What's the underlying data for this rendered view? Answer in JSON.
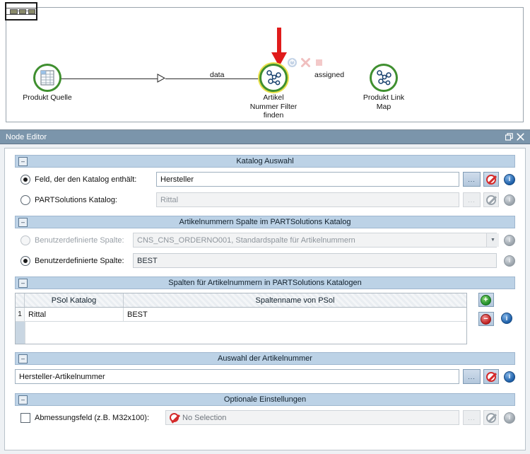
{
  "canvas": {
    "thumbnail_name": "document-thumbnail",
    "mini_toolbar": [
      {
        "name": "execute-icon",
        "glyph": "power"
      },
      {
        "name": "cancel-icon",
        "glyph": "x"
      },
      {
        "name": "stop-icon",
        "glyph": "square"
      }
    ],
    "annotation_arrow": {
      "name": "red-pointer-arrow",
      "color": "#e01b1b"
    },
    "nodes": [
      {
        "id": "produkt-quelle",
        "label": "Produkt Quelle",
        "icon": "table-source-icon",
        "selected": false
      },
      {
        "id": "artikel-nummer-filter-finden",
        "label": "Artikel\nNummer Filter\nfinden",
        "icon": "graph-node-icon",
        "selected": true
      },
      {
        "id": "produkt-link-map",
        "label": "Produkt Link\nMap",
        "icon": "graph-node-icon",
        "selected": false
      }
    ],
    "edges": [
      {
        "from": "produkt-quelle",
        "to": "artikel-nummer-filter-finden",
        "label": "data"
      },
      {
        "from": "artikel-nummer-filter-finden",
        "to": "produkt-link-map",
        "label": "assigned"
      }
    ]
  },
  "node_editor": {
    "title": "Node Editor",
    "float_icon": "float-restore-icon",
    "close_icon": "close-icon",
    "sections": [
      {
        "id": "katalog-auswahl",
        "title": "Katalog Auswahl",
        "collapse_glyph": "–",
        "rows": [
          {
            "id": "feld-katalog",
            "label": "Feld, der den Katalog enthält:",
            "selected": true,
            "disabled": false,
            "value": "Hersteller",
            "browse_label": "...",
            "clear_icon": "clear-no-entry-icon",
            "info_icon": "info-icon",
            "info_glyph": "i"
          },
          {
            "id": "partsolutions-katalog",
            "label": "PARTSolutions Katalog:",
            "selected": false,
            "disabled": true,
            "value": "Rittal",
            "browse_label": "...",
            "clear_icon": "clear-no-entry-icon",
            "info_icon": "info-icon",
            "info_glyph": "i"
          }
        ]
      },
      {
        "id": "artikelnummern-spalte",
        "title": "Artikelnummern Spalte im PARTSolutions Katalog",
        "collapse_glyph": "–",
        "rows": [
          {
            "id": "standardspalte",
            "label": "Benutzerdefinierte Spalte:",
            "selected": false,
            "disabled": true,
            "value": "CNS_CNS_ORDERNO001, Standardspalte für Artikelnummern",
            "is_combo": true,
            "combo_glyph": "▼",
            "info_icon": "info-icon",
            "info_glyph": "i"
          },
          {
            "id": "benutzerdefinierte-spalte",
            "label": "Benutzerdefinierte Spalte:",
            "selected": true,
            "disabled": false,
            "value": "BEST",
            "readonly": true,
            "info_icon": "info-icon",
            "info_glyph": "i"
          }
        ]
      },
      {
        "id": "spalten-tabelle",
        "title": "Spalten für Artikelnummern in PARTSolutions Katalogen",
        "collapse_glyph": "–",
        "table": {
          "columns": [
            "",
            "PSol Katalog",
            "Spaltenname von PSol"
          ],
          "rows": [
            {
              "index": "1",
              "psol_katalog": "Rittal",
              "spaltenname": "BEST"
            }
          ],
          "add_button": {
            "name": "add-row-button",
            "glyph": "+"
          },
          "remove_button": {
            "name": "remove-row-button",
            "glyph": "−"
          },
          "info_icon": "info-icon",
          "info_glyph": "i"
        }
      },
      {
        "id": "auswahl-artikelnummer",
        "title": "Auswahl der Artikelnummer",
        "collapse_glyph": "–",
        "rows": [
          {
            "id": "hersteller-artikelnummer",
            "label": "",
            "value": "Hersteller-Artikelnummer",
            "disabled": false,
            "browse_label": "...",
            "clear_icon": "clear-no-entry-icon",
            "info_icon": "info-icon",
            "info_glyph": "i"
          }
        ]
      },
      {
        "id": "optionale-einstellungen",
        "title": "Optionale Einstellungen",
        "collapse_glyph": "–",
        "rows": [
          {
            "id": "abmessungsfeld",
            "label": "Abmessungsfeld (z.B. M32x100):",
            "checked": false,
            "disabled": true,
            "value": "No Selection",
            "value_icon": "no-selection-icon",
            "browse_label": "...",
            "clear_icon": "clear-no-entry-icon",
            "info_icon": "info-icon",
            "info_glyph": "i"
          }
        ]
      }
    ]
  }
}
